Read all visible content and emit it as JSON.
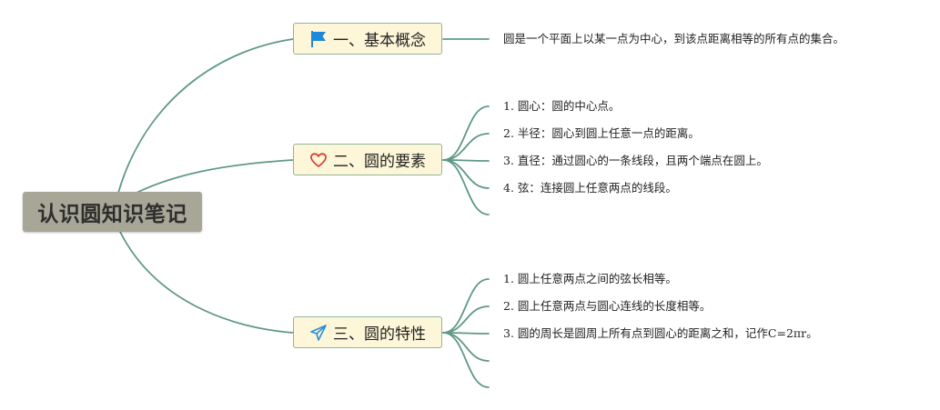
{
  "mindmap": {
    "root": {
      "label": "认识圆知识笔记"
    },
    "branches": [
      {
        "icon": "flag-icon",
        "label": "一、基本概念",
        "items": [
          "圆是一个平面上以某一点为中心，到该点距离相等的所有点的集合。"
        ]
      },
      {
        "icon": "heart-icon",
        "label": "二、圆的要素",
        "items": [
          "1. 圆心：圆的中心点。",
          "2. 半径：圆心到圆上任意一点的距离。",
          "3. 直径：通过圆心的一条线段，且两个端点在圆上。",
          "4. 弦：连接圆上任意两点的线段。"
        ]
      },
      {
        "icon": "paper-plane-icon",
        "label": "三、圆的特性",
        "items": [
          "1. 圆上任意两点之间的弦长相等。",
          "2. 圆上任意两点与圆心连线的长度相等。",
          "3. 圆的周长是圆周上所有点到圆心的距离之和，记作C=2πr。"
        ]
      }
    ]
  },
  "colors": {
    "connector": "#5f9985",
    "root_fill": "#a8a697",
    "topic_fill": "#fdf6d8",
    "topic_border": "#8fb59b",
    "flag_icon": "#1e88d9",
    "heart_icon": "#d23b2f",
    "plane_icon": "#2a8fd8"
  }
}
